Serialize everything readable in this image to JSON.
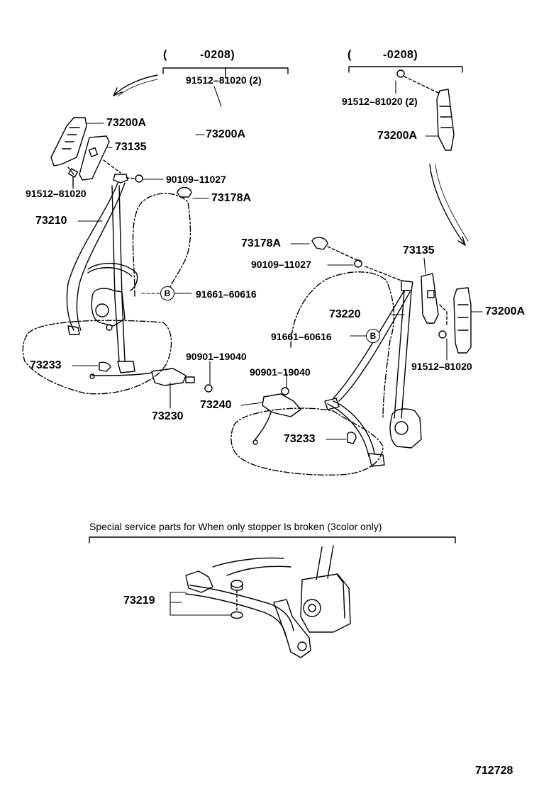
{
  "header_left": {
    "open": "(",
    "code": "-0208)"
  },
  "header_right": {
    "open": "(",
    "code": "-0208)"
  },
  "parts": {
    "p1": "91512–81020 (2)",
    "p2": "73200A",
    "p3": "73200A",
    "p4": "73135",
    "p5": "90109–11027",
    "p6": "91512–81020",
    "p7": "73178A",
    "p8": "73210",
    "p9": "91661–60616",
    "p10": "73233",
    "p11": "90901–19040",
    "p12": "73230",
    "r1": "91512–81020 (2)",
    "r2": "73200A",
    "r3": "73178A",
    "r4": "73135",
    "r5": "90109–11027",
    "r6": "73200A",
    "r7": "73220",
    "r8": "91661–60616",
    "r9": "91512–81020",
    "r10": "90901–19040",
    "r11": "73240",
    "r12": "73233",
    "s1": "73219"
  },
  "markers": {
    "b_left": "B",
    "b_right": "B"
  },
  "note": "Special  service  parts  for  When  only  stopper  Is  broken  (3color  only)",
  "figure_code": "712728"
}
